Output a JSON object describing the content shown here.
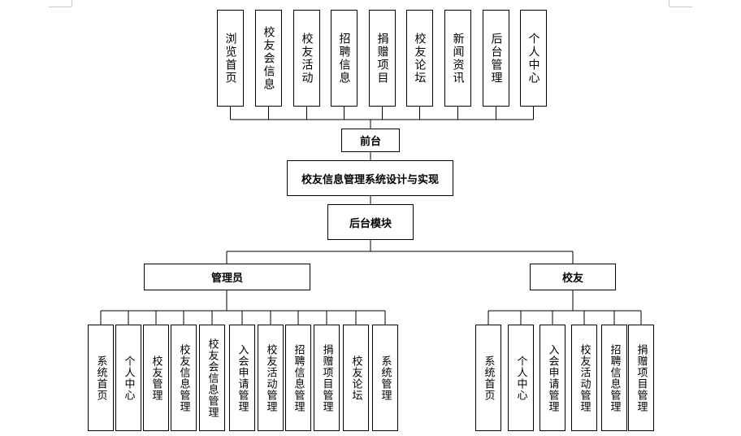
{
  "top_modules": [
    "浏览首页",
    "校友会信息",
    "校友活动",
    "招聘信息",
    "捐赠项目",
    "校友论坛",
    "新闻资讯",
    "后台管理",
    "个人中心"
  ],
  "front": "前台",
  "system_title": "校友信息管理系统设计与实现",
  "backend": "后台模块",
  "admin": {
    "label": "管理员",
    "modules": [
      "系统首页",
      "个人中心",
      "校友管理",
      "校友信息管理",
      "校友会信息管理",
      "入会申请管理",
      "校友活动管理",
      "招聘信息管理",
      "捐赠项目管理",
      "校友论坛",
      "系统管理"
    ]
  },
  "alumni": {
    "label": "校友",
    "modules": [
      "系统首页",
      "个人中心",
      "入会申请管理",
      "校友活动管理",
      "招聘信息管理",
      "捐赠项目管理"
    ]
  }
}
